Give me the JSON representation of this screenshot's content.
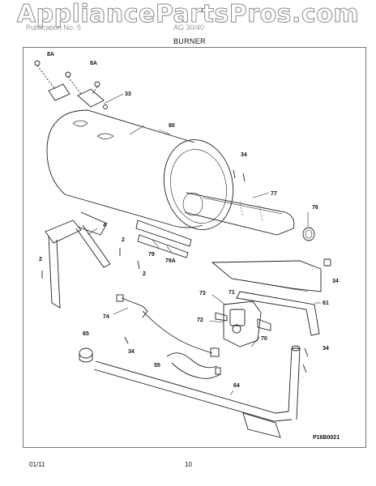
{
  "watermark": "AppliancePartsPros.com",
  "header": {
    "left_text": "Publication No. 5",
    "right_text": "AG 30/40",
    "section_title": "BURNER"
  },
  "parts": [
    {
      "id": "8A",
      "name": "label-8a-top"
    },
    {
      "id": "8A",
      "name": "label-8a-right"
    },
    {
      "id": "33",
      "name": "label-33"
    },
    {
      "id": "80",
      "name": "label-80"
    },
    {
      "id": "34",
      "name": "label-34-top"
    },
    {
      "id": "77",
      "name": "label-77"
    },
    {
      "id": "76",
      "name": "label-76"
    },
    {
      "id": "4",
      "name": "label-4"
    },
    {
      "id": "2",
      "name": "label-2-mid"
    },
    {
      "id": "2",
      "name": "label-2-left"
    },
    {
      "id": "2",
      "name": "label-2-lower"
    },
    {
      "id": "79",
      "name": "label-79"
    },
    {
      "id": "79A",
      "name": "label-79a"
    },
    {
      "id": "34",
      "name": "label-34-right"
    },
    {
      "id": "61",
      "name": "label-61"
    },
    {
      "id": "73",
      "name": "label-73"
    },
    {
      "id": "71",
      "name": "label-71"
    },
    {
      "id": "74",
      "name": "label-74"
    },
    {
      "id": "72",
      "name": "label-72"
    },
    {
      "id": "70",
      "name": "label-70"
    },
    {
      "id": "65",
      "name": "label-65"
    },
    {
      "id": "34",
      "name": "label-34-lower"
    },
    {
      "id": "55",
      "name": "label-55"
    },
    {
      "id": "34",
      "name": "label-34-bottom"
    },
    {
      "id": "64",
      "name": "label-64"
    }
  ],
  "diagram_ref": "P16B0021",
  "footer": {
    "date": "01/11",
    "page": "10"
  }
}
